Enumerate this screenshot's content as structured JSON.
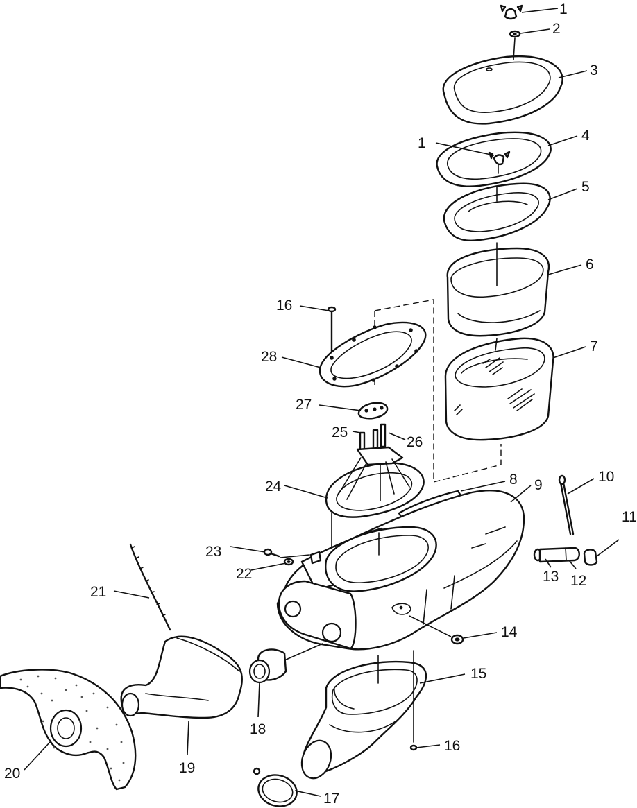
{
  "callouts": [
    "1",
    "2",
    "3",
    "1",
    "4",
    "5",
    "6",
    "16",
    "28",
    "7",
    "27",
    "25",
    "26",
    "24",
    "8",
    "9",
    "10",
    "11",
    "23",
    "22",
    "13",
    "12",
    "21",
    "14",
    "15",
    "18",
    "16",
    "20",
    "19",
    "17"
  ]
}
